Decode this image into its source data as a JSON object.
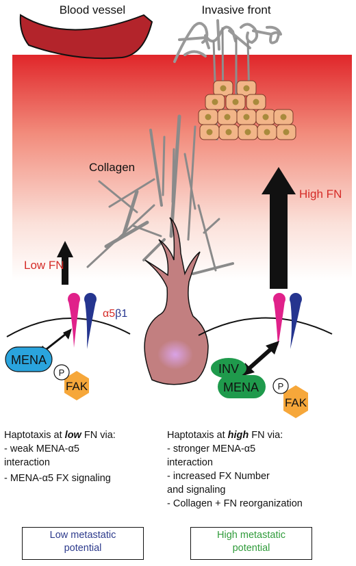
{
  "labels": {
    "blood_vessel": "Blood vessel",
    "invasive_front": "Invasive front",
    "collagen": "Collagen",
    "high_fn": "High FN",
    "low_fn": "Low FN",
    "alpha": "α5",
    "beta": "β1",
    "mena": "MENA",
    "inv": "INV",
    "p": "P",
    "fak": "FAK"
  },
  "left_caption": {
    "title_prefix": "Haptotaxis at ",
    "title_emphasis": "low",
    "title_suffix": " FN via:",
    "lines": [
      "- weak MENA-α5",
      "interaction",
      "- MENA-α5 FX signaling"
    ]
  },
  "right_caption": {
    "title_prefix": "Haptotaxis at ",
    "title_emphasis": "high",
    "title_suffix": " FN via:",
    "lines": [
      "- stronger MENA-α5",
      "interaction",
      "- increased FX Number",
      "and signaling",
      "- Collagen + FN reorganization"
    ]
  },
  "boxes": {
    "low": [
      "Low metastatic",
      "potential"
    ],
    "high": [
      "High metastatic",
      "potential"
    ]
  },
  "colors": {
    "gradient_top": "#e0262a",
    "vessel": "#b3242b",
    "cell_body": "#c27f80",
    "nucleus": "#c79ad6",
    "alpha_subunit": "#e0218a",
    "beta_subunit": "#25358f",
    "mena_blue": "#2aa4dd",
    "mena_green": "#1f9a4c",
    "fak_orange": "#f6a73a",
    "tumor_cell": "#f2b588",
    "high_fn_text": "#d52b27",
    "low_box_text": "#2c3a8c",
    "high_box_text": "#2f9b3a"
  }
}
